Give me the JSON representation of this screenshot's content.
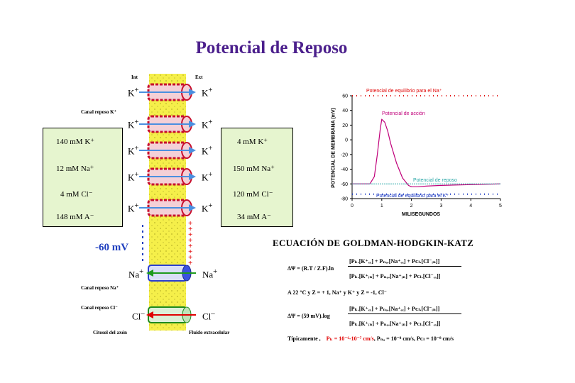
{
  "title": "Potencial de Reposo",
  "membrane": {
    "int_label": "Int",
    "ext_label": "Ext",
    "k_ion": "K",
    "na_ion": "Na",
    "cl_ion": "Cl",
    "plus": "+",
    "minus": "–",
    "k_channel_label": "Canal reposo K⁺",
    "na_channel_label": "Canal reposo Na⁺",
    "cl_channel_label": "Canal reposo Cl⁻",
    "cytosol_label": "Citosol del axón",
    "extracellular_label": "Fluido extracelular",
    "voltage": "-60 mV"
  },
  "intracellular": [
    "140 mM K⁺",
    "12 mM Na⁺",
    "4 mM Cl⁻",
    "148 mM A⁻"
  ],
  "extracellular": [
    "4 mM K⁺",
    "150 mM Na⁺",
    "120 mM Cl⁻",
    "34 mM A⁻"
  ],
  "colors": {
    "title": "#4b1f8c",
    "membrane": "#f5ef4a",
    "k_channel": "#c8102e",
    "na_channel": "#2a3fd0",
    "cl_channel": "#1e8a1e",
    "box": "#e6f5cf"
  },
  "chart_data": {
    "type": "line",
    "title": "",
    "xlabel": "MILISEGUNDOS",
    "ylabel": "POTENCIAL DE MEMBRANA (mV)",
    "xlim": [
      0,
      5
    ],
    "ylim": [
      -80,
      60
    ],
    "xticks": [
      0,
      1,
      2,
      3,
      4,
      5
    ],
    "yticks": [
      60,
      40,
      20,
      0,
      -20,
      -40,
      -60,
      -80
    ],
    "grid": false,
    "series": [
      {
        "name": "Potencial de acción",
        "color": "#c0007a",
        "x": [
          0,
          0.6,
          0.75,
          0.85,
          0.95,
          1.0,
          1.1,
          1.2,
          1.3,
          1.5,
          1.7,
          1.9,
          2.0,
          2.2,
          2.5,
          3.0,
          4.0,
          5.0
        ],
        "y": [
          -60,
          -60,
          -50,
          -20,
          15,
          28,
          24,
          12,
          -5,
          -32,
          -52,
          -62,
          -64,
          -64,
          -63,
          -62,
          -61,
          -60
        ]
      },
      {
        "name": "Potencial de reposo",
        "color": "#2aa7a7",
        "x": [
          0,
          5
        ],
        "y": [
          -60,
          -60
        ]
      },
      {
        "name": "Potencial de equilibrio para el Na⁺",
        "color": "#e00000",
        "x": [
          0,
          5
        ],
        "y": [
          60,
          60
        ]
      },
      {
        "name": "Potencial de equilibrio para el K⁺",
        "color": "#1030c0",
        "x": [
          0,
          5
        ],
        "y": [
          -74,
          -74
        ]
      }
    ]
  },
  "equation": {
    "title": "ECUACIÓN DE GOLDMAN-HODGKIN-KATZ",
    "line1_lhs": "ΔΨ = (R.T / Z.F).ln",
    "line1_num": "[Pₖ.[K⁺ₑₓ] + Pₙₐ.[Na⁺ₑₓ] + Pᴄₗ.[Cl⁻ᵢₙ]]",
    "line1_den": "[Pₖ.[K⁺ᵢₙ] + Pₙₐ.[Na⁺ᵢₙ] + Pᴄₗ.[Cl⁻ₑₓ]]",
    "conditions": "A 22 °C y Z = + 1, Na⁺ y K⁺ y Z = -1, Cl⁻",
    "line2_lhs": "ΔΨ = (59 mV).log",
    "line2_num": "[Pₖ.[K⁺ₑₓ] + Pₙₐ.[Na⁺ₑₓ] + Pᴄₗ.[Cl⁻ᵢₙ]]",
    "line2_den": "[Pₖ.[K⁺ᵢₙ] + Pₙₐ.[Na⁺ᵢₙ] + Pᴄₗ.[Cl⁻ₑₓ]]",
    "typical_label": "Típicamente ,",
    "typical_pk": "Pₖ = 10⁻⁶-10⁻⁷ cm/s",
    "typical_rest": ", Pₙₐ = 10⁻⁸ cm/s, Pᴄₗ = 10⁻⁸ cm/s"
  }
}
